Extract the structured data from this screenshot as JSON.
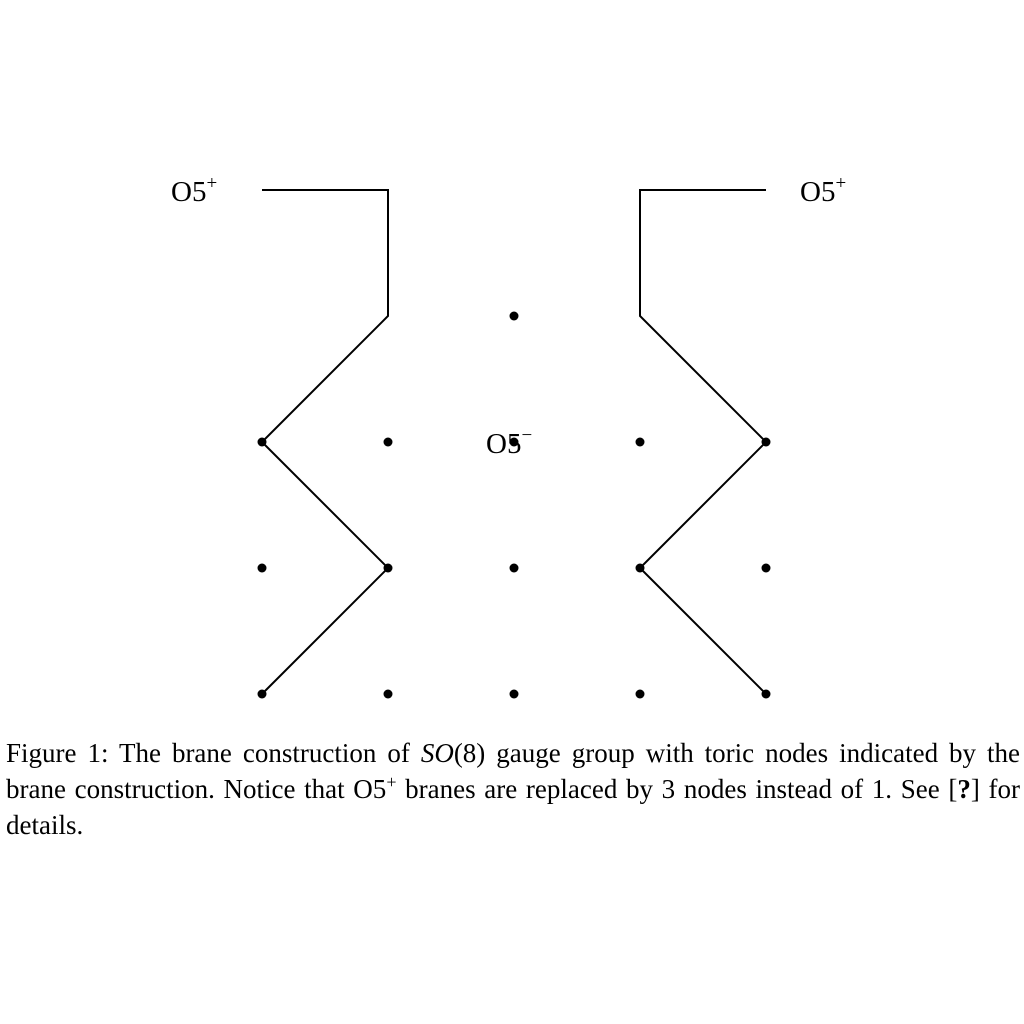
{
  "diagram": {
    "labels": {
      "top_left": {
        "base": "O5",
        "sup": "+"
      },
      "top_right": {
        "base": "O5",
        "sup": "+"
      },
      "center": {
        "base": "O5",
        "sup": "−"
      }
    },
    "lattice": {
      "columns": [
        -2,
        -1,
        0,
        1,
        2
      ],
      "rows": [
        0,
        1,
        2,
        3
      ],
      "nodes": [
        [
          -2,
          0
        ],
        [
          -1,
          0
        ],
        [
          0,
          0
        ],
        [
          1,
          0
        ],
        [
          2,
          0
        ],
        [
          -2,
          1
        ],
        [
          0,
          1
        ],
        [
          2,
          1
        ],
        [
          -2,
          2
        ],
        [
          -1,
          2
        ],
        [
          0,
          2
        ],
        [
          1,
          2
        ],
        [
          2,
          2
        ],
        [
          -1,
          1
        ],
        [
          1,
          1
        ],
        [
          0,
          3
        ]
      ]
    },
    "branes": {
      "left": [
        [
          -2,
          0
        ],
        [
          -1,
          1
        ],
        [
          -2,
          2
        ],
        [
          -1,
          3
        ],
        [
          -1,
          4
        ],
        [
          -2,
          4
        ]
      ],
      "right": [
        [
          2,
          0
        ],
        [
          1,
          1
        ],
        [
          2,
          2
        ],
        [
          1,
          3
        ],
        [
          1,
          4
        ],
        [
          2,
          4
        ]
      ]
    }
  },
  "caption": {
    "prefix": "Figure 1:",
    "text_1": "The brane construction of",
    "math_name": "SO",
    "math_arg": "(8)",
    "text_2": "gauge group with toric nodes indicated by the brane construction. Notice that O5",
    "sup": "+",
    "text_3": "branes are replaced by 3 nodes instead of 1. See [",
    "ref": "?",
    "text_4": "] for details."
  }
}
